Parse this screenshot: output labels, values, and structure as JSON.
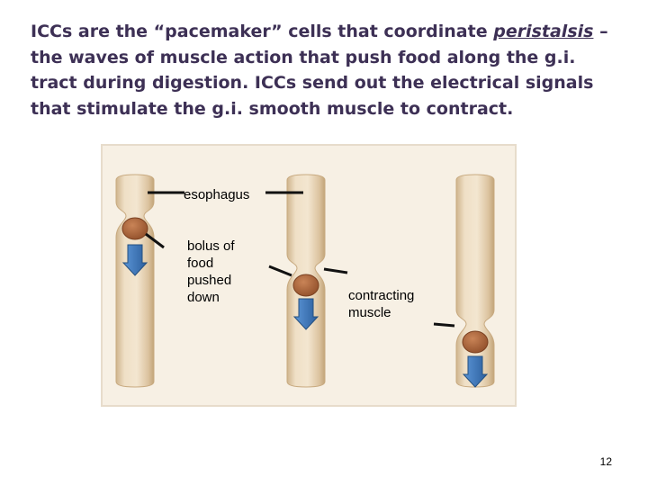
{
  "slide": {
    "text_before": "ICCs are the “pacemaker” cells that coordinate ",
    "term": "peristalsis",
    "text_after": " – the waves of muscle action that push food along the g.i. tract during digestion. ICCs send out the electrical signals that stimulate the g.i. smooth muscle to contract.",
    "page_number": "12"
  },
  "figure": {
    "labels": {
      "esophagus": "esophagus",
      "bolus_line1": "bolus of",
      "bolus_line2": "food",
      "bolus_line3": "pushed",
      "bolus_line4": "down",
      "contracting_line1": "contracting",
      "contracting_line2": "muscle"
    }
  },
  "colors": {
    "text": "#3d3055",
    "tube": "#e6d2b4",
    "tube_edge": "#c8aa80",
    "bolus": "#b0663a",
    "arrow": "#3a74b8",
    "arrow_edge": "#25507f",
    "frame": "#f6efe3"
  },
  "icons": [
    "bolus-icon",
    "down-arrow-icon"
  ]
}
